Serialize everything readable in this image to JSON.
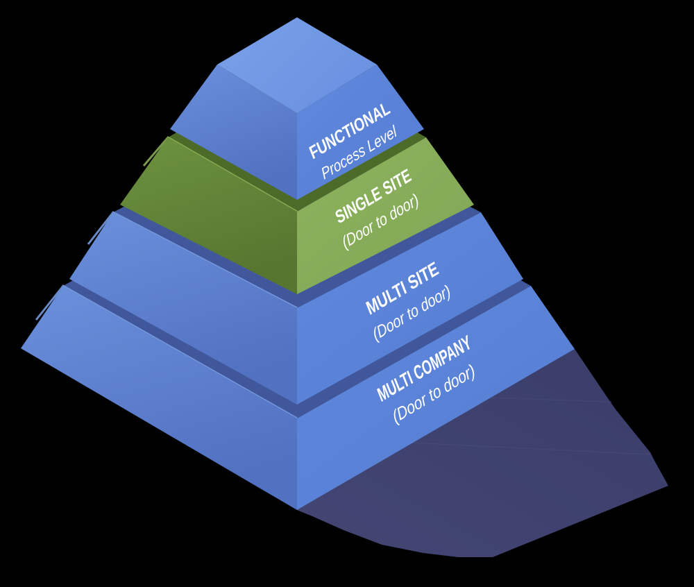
{
  "background_color": "#000000",
  "diagram": {
    "type": "isometric-stepped-pyramid",
    "levels": [
      {
        "title": "FUNCTIONAL",
        "subtitle": "Process Level",
        "color_name": "blue"
      },
      {
        "title": "SINGLE SITE",
        "subtitle": "(Door to door)",
        "color_name": "green"
      },
      {
        "title": "MULTI SITE",
        "subtitle": "(Door to door)",
        "color_name": "blue"
      },
      {
        "title": "MULTI COMPANY",
        "subtitle": "(Door to door)",
        "color_name": "blue"
      }
    ]
  },
  "colors": {
    "text": "#ffffff",
    "blue_right_light": "#6189dd",
    "blue_right_dark": "#547dd3",
    "blue_left_light": "#6b90dc",
    "blue_left_dark": "#5171c1",
    "blue_top_light": "#7aa0e8",
    "blue_top_dark": "#6a92e1",
    "blue_ring": "#40589b",
    "blue_edge_highlight": "#7ea2e8",
    "green_right_light": "#8db35f",
    "green_right_dark": "#81a754",
    "green_left_light": "#6d9340",
    "green_left_dark": "#577630",
    "green_ring": "#4c6a28",
    "green_edge_highlight": "#90b45c",
    "shadow_dark": "#3a3d68",
    "shadow_light": "#434674",
    "shadow_step_line": "#494c7c"
  }
}
